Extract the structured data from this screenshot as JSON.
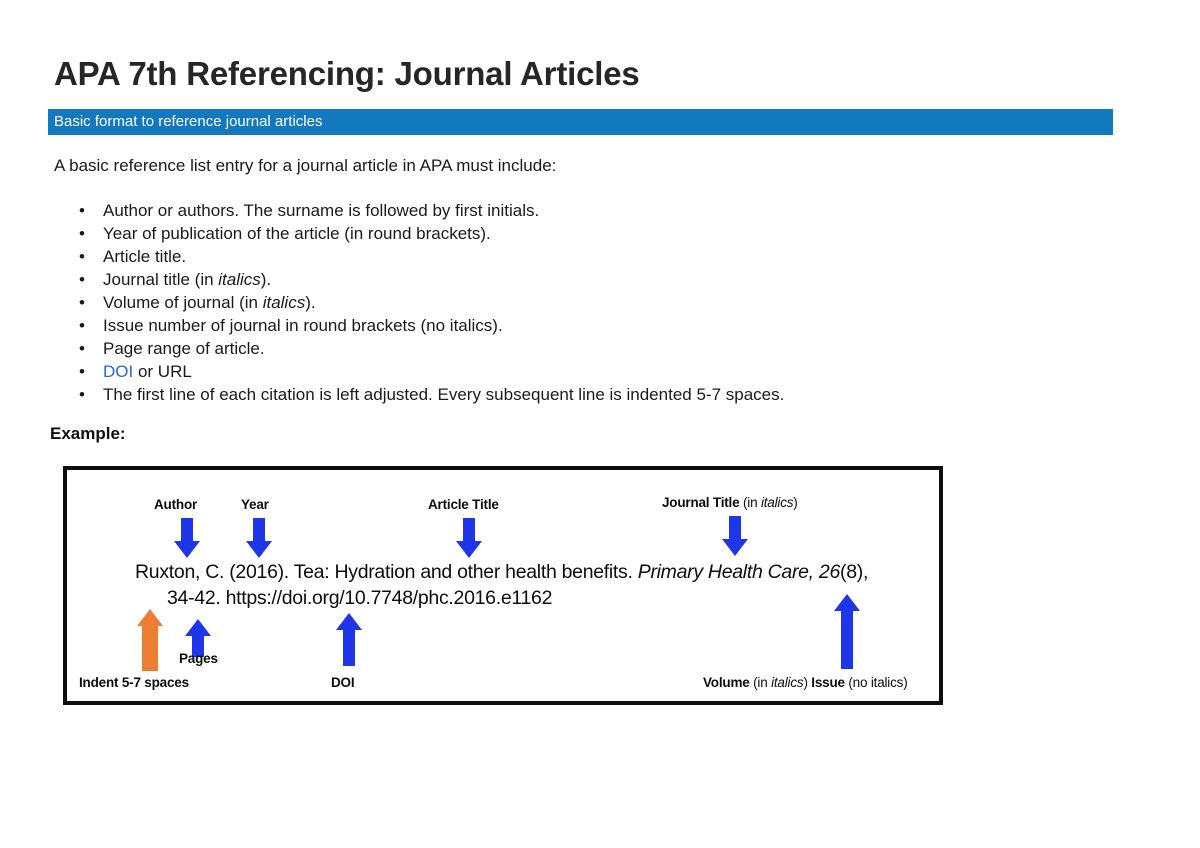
{
  "page": {
    "title": "APA 7th Referencing: Journal Articles",
    "section_bar_label": "Basic format to reference journal articles",
    "intro": "A basic reference list entry for a journal article in APA must include:",
    "example_label": "Example:"
  },
  "bullets": [
    {
      "bullet": "•",
      "text_html": "Author or authors. The surname is followed by first initials."
    },
    {
      "bullet": "•",
      "text_html": "Year of publication of the article (in round brackets)."
    },
    {
      "bullet": "•",
      "text_html": "Article title."
    },
    {
      "bullet": "•",
      "text_html": "Journal title (in <i>italics</i>)."
    },
    {
      "bullet": "•",
      "text_html": "Volume of journal (in <i>italics</i>)."
    },
    {
      "bullet": "•",
      "text_html": "Issue number of journal in round brackets (no italics)."
    },
    {
      "bullet": "•",
      "text_html": "Page range of article."
    },
    {
      "bullet": "•",
      "text_html": "<span class=\"link\">DOI</span> or URL"
    },
    {
      "bullet": "•",
      "text_html": "The first line of each citation is left adjusted. Every subsequent line is indented 5-7 spaces."
    }
  ],
  "example": {
    "citation_line1_html": "Ruxton, C. (2016). Tea: Hydration and other health benefits. <span class=\"it\">Primary Health Care, 26</span>(8),",
    "citation_line2_html": "34-42. https://doi.org/10.7748/phc.2016.e1162",
    "annotations": {
      "author": "Author",
      "year": "Year",
      "article_title": "Article Title",
      "journal_title_html": "Journal Title <span class=\"reg\">(in </span><span class=\"it\">italics</span><span class=\"reg\">)</span>",
      "indent": "Indent 5-7 spaces",
      "pages": "Pages",
      "doi": "DOI",
      "volume_issue_html": "Volume <span class=\"reg\">(in </span><span class=\"it\">italics</span><span class=\"reg\">) </span>Issue<span class=\"reg\"> (no italics)</span>"
    }
  },
  "colors": {
    "section_bar_blue": "#1279BE",
    "arrow_blue": "#1F35E8",
    "arrow_orange": "#ED7D31",
    "link_blue": "#2E63D4",
    "box_border": "#0D0D0D"
  }
}
